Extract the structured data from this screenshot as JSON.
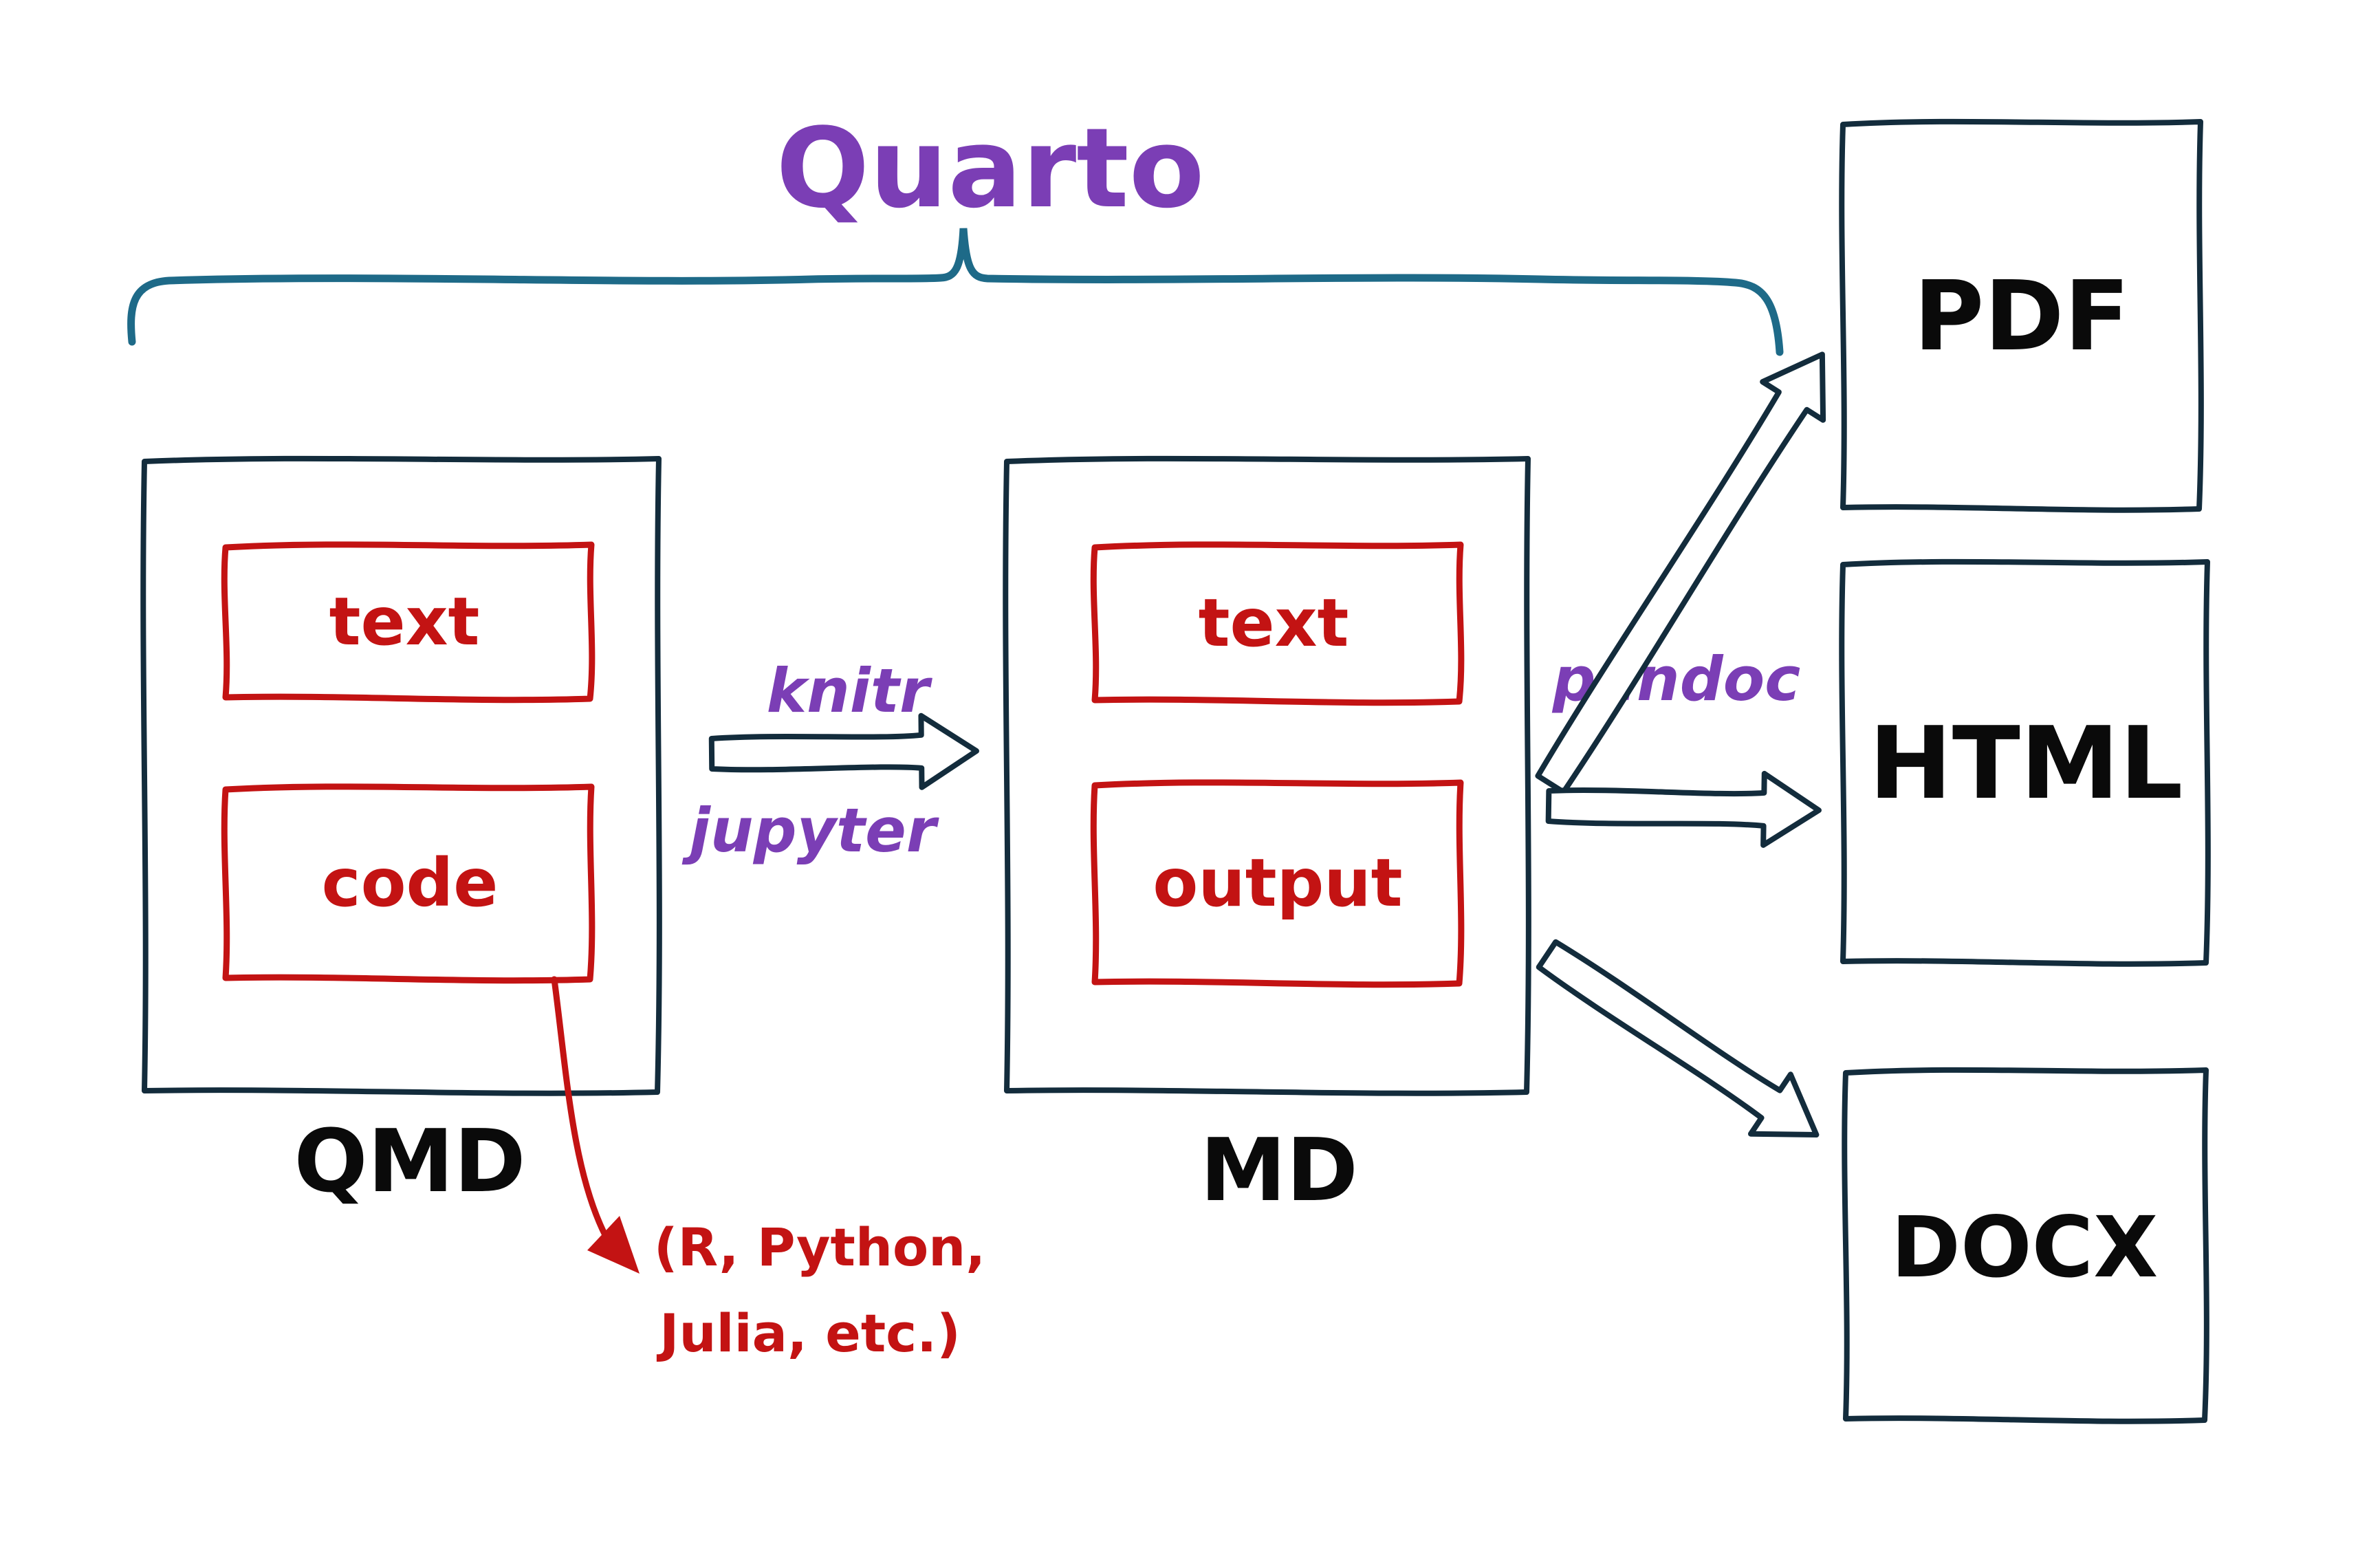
{
  "title": "Quarto",
  "colors": {
    "purple": "#7B3EB5",
    "teal": "#1E6A88",
    "navy": "#132C3C",
    "red": "#C31313",
    "label_black": "#0A0A0A"
  },
  "qmd": {
    "label": "QMD",
    "blocks": {
      "text": "text",
      "code": "code"
    }
  },
  "md": {
    "label": "MD",
    "blocks": {
      "text": "text",
      "output": "output"
    }
  },
  "engines": {
    "knitr": "knitr",
    "jupyter": "jupyter",
    "pandoc": "pandoc"
  },
  "outputs": {
    "pdf": "PDF",
    "html": "HTML",
    "docx": "DOCX"
  },
  "code_note": {
    "line1": "(R, Python,",
    "line2": "Julia, etc.)"
  }
}
